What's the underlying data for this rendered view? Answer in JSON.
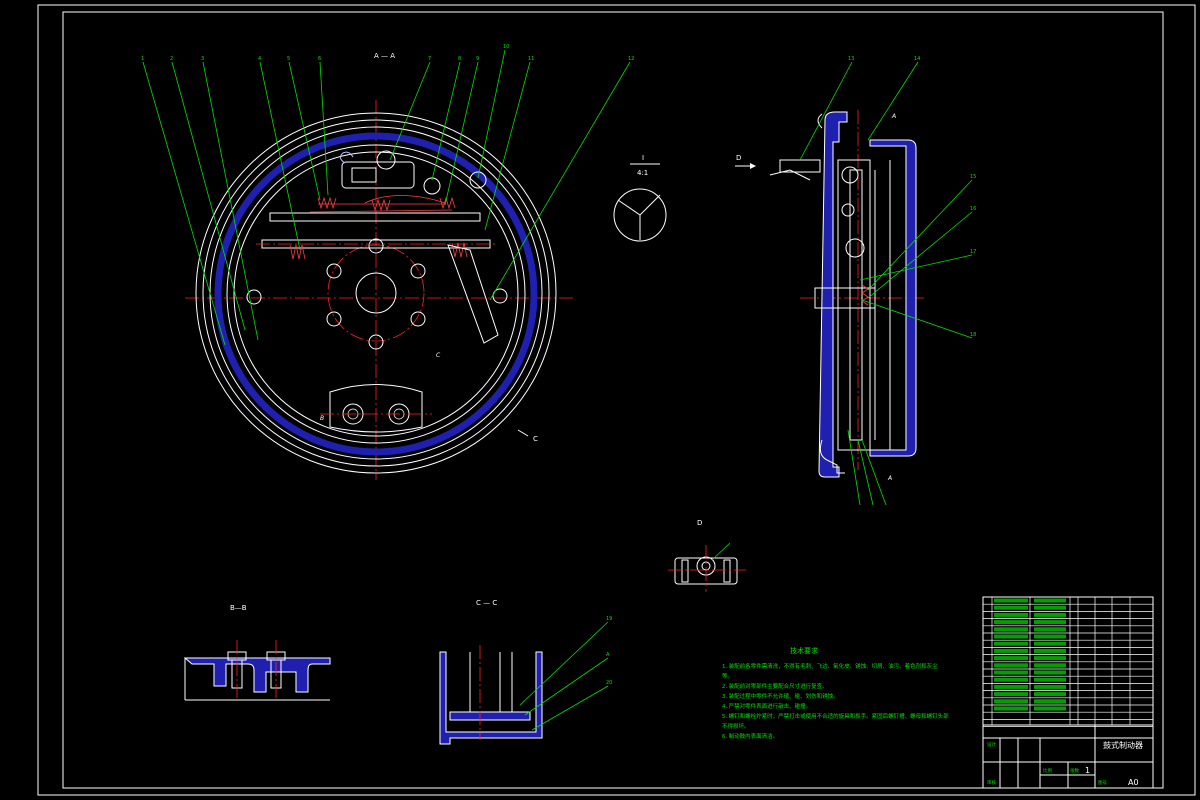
{
  "views": {
    "section_aa": "A — A",
    "view_d": "D",
    "section_bb": "B—B",
    "section_cc": "C — C",
    "mark_b": "B",
    "mark_c_ring": "C",
    "mark_c_big": "C",
    "mark_d_arrow": "D",
    "mark_a_side_top": "A",
    "mark_a_side_bottom": "A",
    "mark_a_cc": "A",
    "detail_label": "I",
    "detail_scale": "4:1"
  },
  "technical_requirements": {
    "title": "技术要求",
    "lines": [
      "1.装配前各零件需清洗，不得有毛刺、飞边、氧化皮、锈蚀、切屑、油污、着色剂和灰尘",
      "等。",
      "2.装配前对零部件主要配合尺寸进行复查。",
      "3.装配过程中零件不允许磕、碰、划伤和锈蚀。",
      "4.严禁对零件表面进行敲击、碰撞。",
      "5.螺钉和螺栓拧紧时，严禁打击或使用不合适的旋具和扳手。紧固后螺钉槽、螺母和螺钉头部",
      "不得损坏。",
      "6.制动鼓内表面清洁。"
    ]
  },
  "title_block": {
    "drawing_name": "鼓式制动器",
    "scale_label": "比例",
    "sheet_label": "张数",
    "sheet_count": "1",
    "paper_label": "图号",
    "paper_size": "A0",
    "designer_label": "设计",
    "reviewer_label": "审核"
  },
  "colors": {
    "background": "#000000",
    "outline": "#ffffff",
    "section_fill": "#2020b0",
    "center_line": "#ff2020",
    "leader": "#00e000"
  }
}
